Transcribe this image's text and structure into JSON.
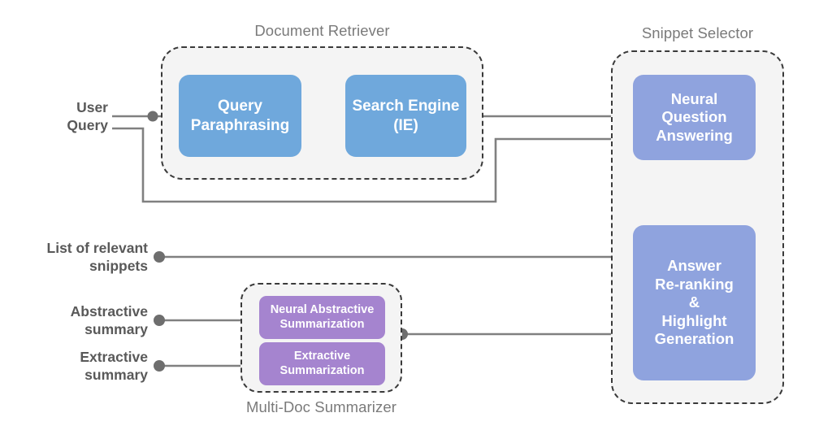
{
  "diagram": {
    "title_hidden": "",
    "colors": {
      "blue": "#6fa8dc",
      "periwinkle": "#8fa3de",
      "purple": "#a584cf",
      "group_fill": "#f4f4f4",
      "group_border": "#3a3a3a",
      "wire": "#808080",
      "label_text": "#595959",
      "group_title_text": "#7a7a7a"
    },
    "groups": [
      {
        "id": "document-retriever",
        "title": "Document Retriever"
      },
      {
        "id": "snippet-selector",
        "title": "Snippet Selector"
      },
      {
        "id": "multi-doc-summarizer",
        "title": "Multi-Doc Summarizer"
      }
    ],
    "nodes": [
      {
        "id": "query-paraphrasing",
        "label": "Query\nParaphrasing",
        "color": "blue"
      },
      {
        "id": "search-engine",
        "label": "Search Engine\n(IE)",
        "color": "blue"
      },
      {
        "id": "neural-question-answering",
        "label": "Neural\nQuestion\nAnswering",
        "color": "periwinkle"
      },
      {
        "id": "answer-reranking",
        "label": "Answer\nRe-ranking\n&\nHighlight\nGeneration",
        "color": "periwinkle"
      },
      {
        "id": "neural-abstractive-summarization",
        "label": "Neural Abstractive\nSummarization",
        "color": "purple"
      },
      {
        "id": "extractive-summarization",
        "label": "Extractive\nSummarization",
        "color": "purple"
      }
    ],
    "io_labels": [
      {
        "id": "user-query",
        "label": "User\nQuery"
      },
      {
        "id": "list-of-snippets",
        "label": "List of relevant\nsnippets"
      },
      {
        "id": "abstractive-summary",
        "label": "Abstractive\nsummary"
      },
      {
        "id": "extractive-summary",
        "label": "Extractive\nsummary"
      }
    ]
  }
}
